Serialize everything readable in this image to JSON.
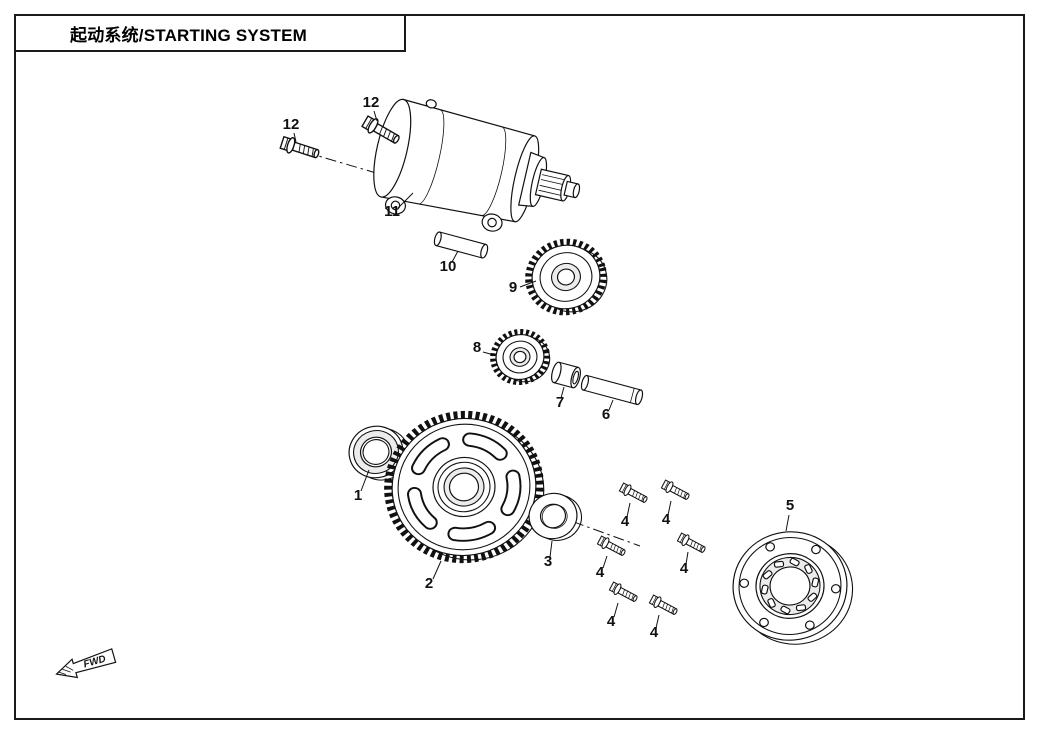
{
  "header": {
    "title": "起动系统/STARTING SYSTEM"
  },
  "diagram": {
    "fwd_label": "FWD",
    "labels": {
      "p1": "1",
      "p2": "2",
      "p3": "3",
      "p4": "4",
      "p5": "5",
      "p6": "6",
      "p7": "7",
      "p8": "8",
      "p9": "9",
      "p10": "10",
      "p11": "11",
      "p12": "12"
    }
  }
}
